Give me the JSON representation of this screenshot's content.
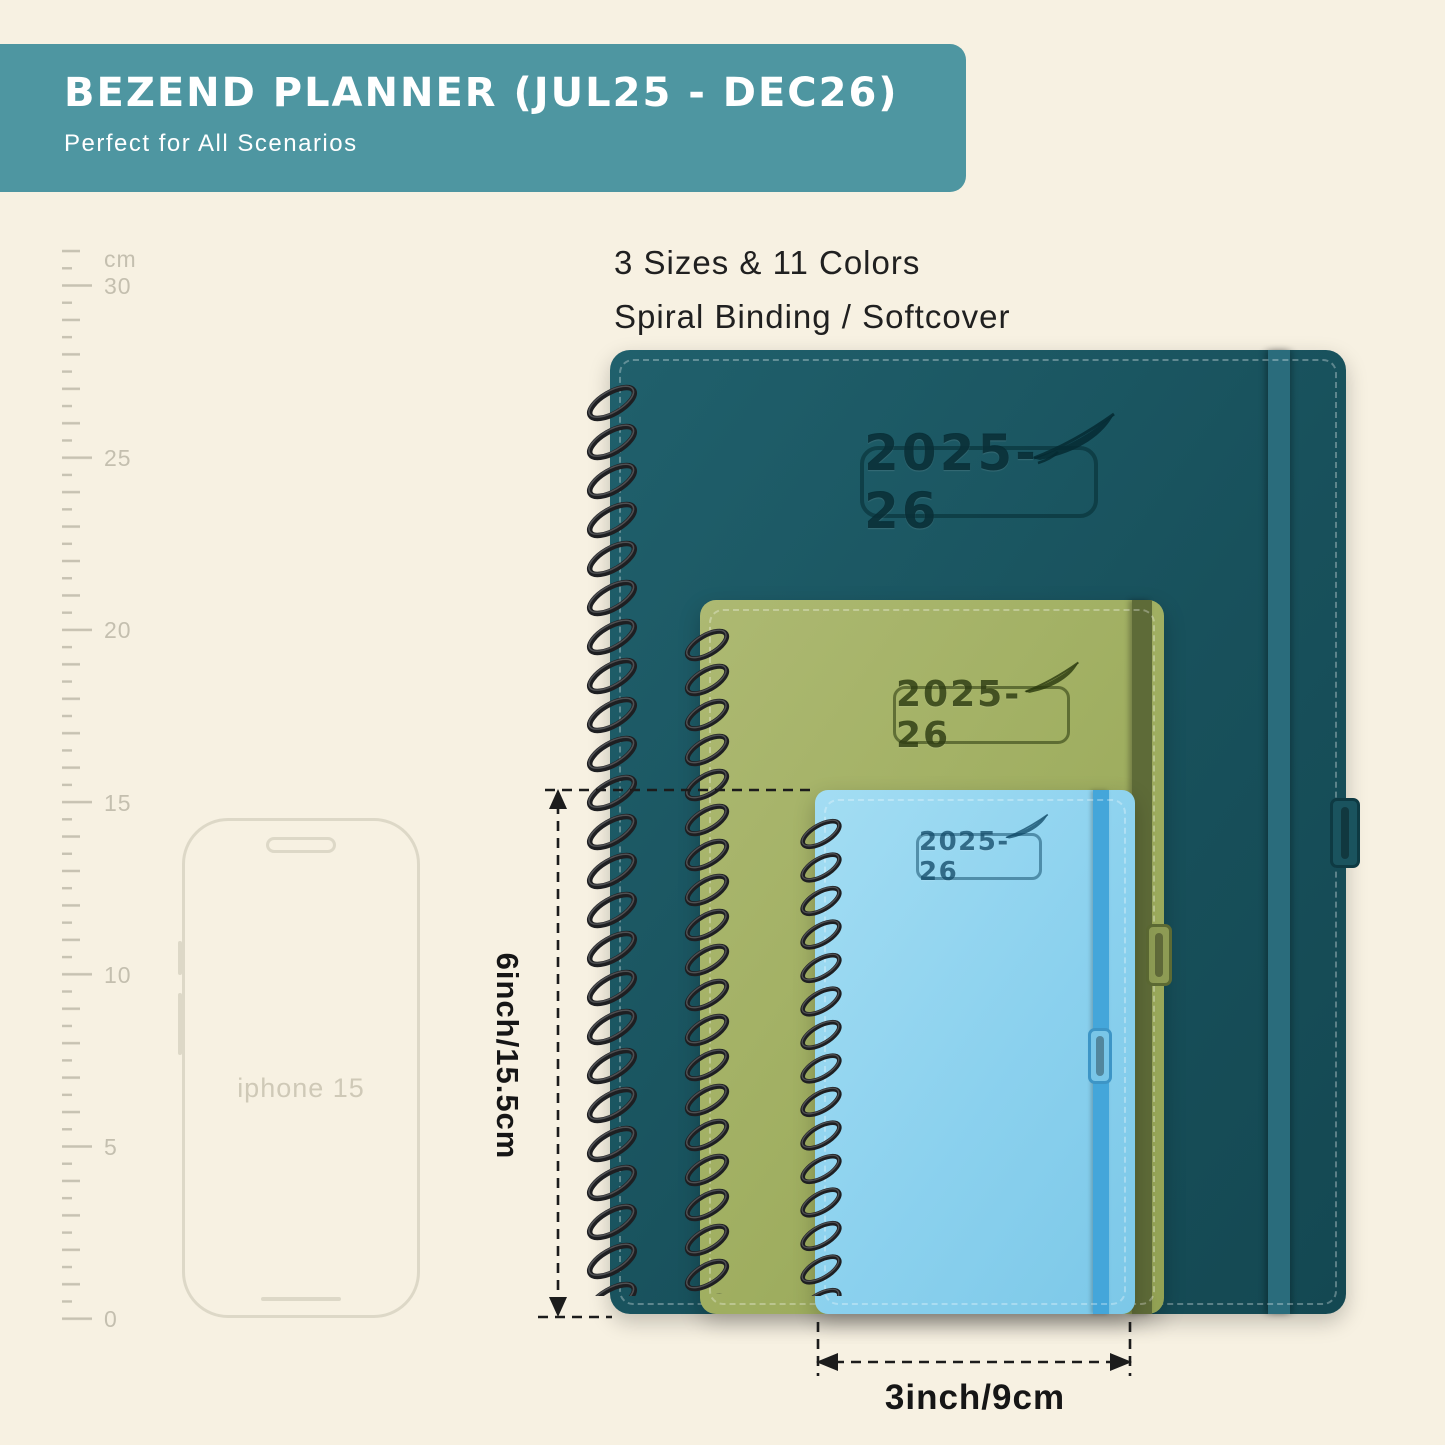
{
  "colors": {
    "background": "#f7f1e2",
    "banner": "#4e96a1",
    "planner_large_cover": "#18515c",
    "planner_medium_cover": "#9fae60",
    "planner_small_cover": "#8bd1ee",
    "band_large": "#2a6c7c",
    "band_medium": "#5e6b38",
    "band_small": "#44a6da"
  },
  "banner": {
    "title": "BEZEND PLANNER (JUL25 - DEC26)",
    "subtitle": "Perfect for All Scenarios"
  },
  "features": {
    "line1": "3 Sizes & 11 Colors",
    "line2": "Spiral Binding / Softcover"
  },
  "ruler": {
    "unit": "cm",
    "marks": [
      "30",
      "25",
      "20",
      "15",
      "10",
      "5",
      "0"
    ]
  },
  "phone": {
    "label": "iphone 15"
  },
  "planners": [
    {
      "size": "large",
      "year": "2025-26"
    },
    {
      "size": "medium",
      "year": "2025-26"
    },
    {
      "size": "small",
      "year": "2025-26"
    }
  ],
  "dimensions": {
    "height": "6inch/15.5cm",
    "width": "3inch/9cm"
  }
}
